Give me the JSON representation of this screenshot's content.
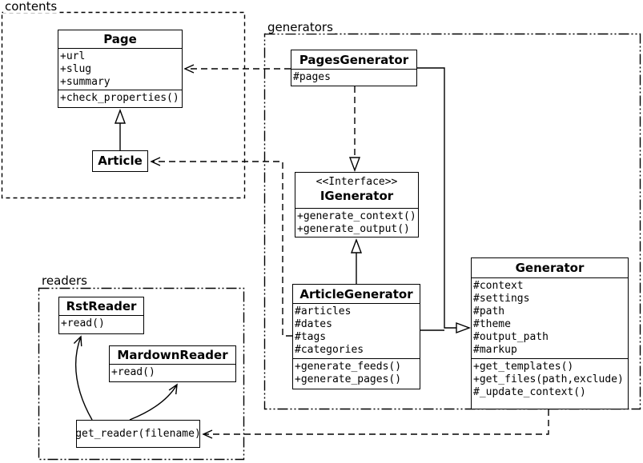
{
  "packages": {
    "contents": {
      "label": "contents"
    },
    "generators": {
      "label": "generators"
    },
    "readers": {
      "label": "readers"
    }
  },
  "classes": {
    "page": {
      "name": "Page",
      "attributes": [
        "+url",
        "+slug",
        "+summary"
      ],
      "methods": [
        "+check_properties()"
      ]
    },
    "article": {
      "name": "Article"
    },
    "pages_generator": {
      "name": "PagesGenerator",
      "attributes": [
        "#pages"
      ]
    },
    "igenerator": {
      "stereotype": "<<Interface>>",
      "name": "IGenerator",
      "methods": [
        "+generate_context()",
        "+generate_output()"
      ]
    },
    "article_generator": {
      "name": "ArticleGenerator",
      "attributes": [
        "#articles",
        "#dates",
        "#tags",
        "#categories"
      ],
      "methods": [
        "+generate_feeds()",
        "+generate_pages()"
      ]
    },
    "generator": {
      "name": "Generator",
      "attributes": [
        "#context",
        "#settings",
        "#path",
        "#theme",
        "#output_path",
        "#markup"
      ],
      "methods": [
        "+get_templates()",
        "+get_files(path,exclude)",
        "#_update_context()"
      ]
    },
    "rst_reader": {
      "name": "RstReader",
      "methods": [
        "+read()"
      ]
    },
    "markdown_reader": {
      "name": "MardownReader",
      "methods": [
        "+read()"
      ]
    },
    "get_reader": {
      "name": "get_reader(filename)"
    }
  },
  "relationships": [
    {
      "from": "Article",
      "to": "Page",
      "type": "inheritance"
    },
    {
      "from": "PagesGenerator",
      "to": "Page",
      "type": "dependency"
    },
    {
      "from": "ArticleGenerator",
      "to": "Article",
      "type": "dependency"
    },
    {
      "from": "PagesGenerator",
      "to": "IGenerator",
      "type": "realization"
    },
    {
      "from": "ArticleGenerator",
      "to": "IGenerator",
      "type": "realization"
    },
    {
      "from": "PagesGenerator",
      "to": "Generator",
      "type": "inheritance"
    },
    {
      "from": "ArticleGenerator",
      "to": "Generator",
      "type": "inheritance"
    },
    {
      "from": "Generator",
      "to": "get_reader(filename)",
      "type": "dependency"
    },
    {
      "from": "get_reader(filename)",
      "to": "RstReader",
      "type": "dependency"
    },
    {
      "from": "get_reader(filename)",
      "to": "MardownReader",
      "type": "dependency"
    }
  ],
  "colors": {
    "line": "#000000",
    "background": "#ffffff"
  }
}
